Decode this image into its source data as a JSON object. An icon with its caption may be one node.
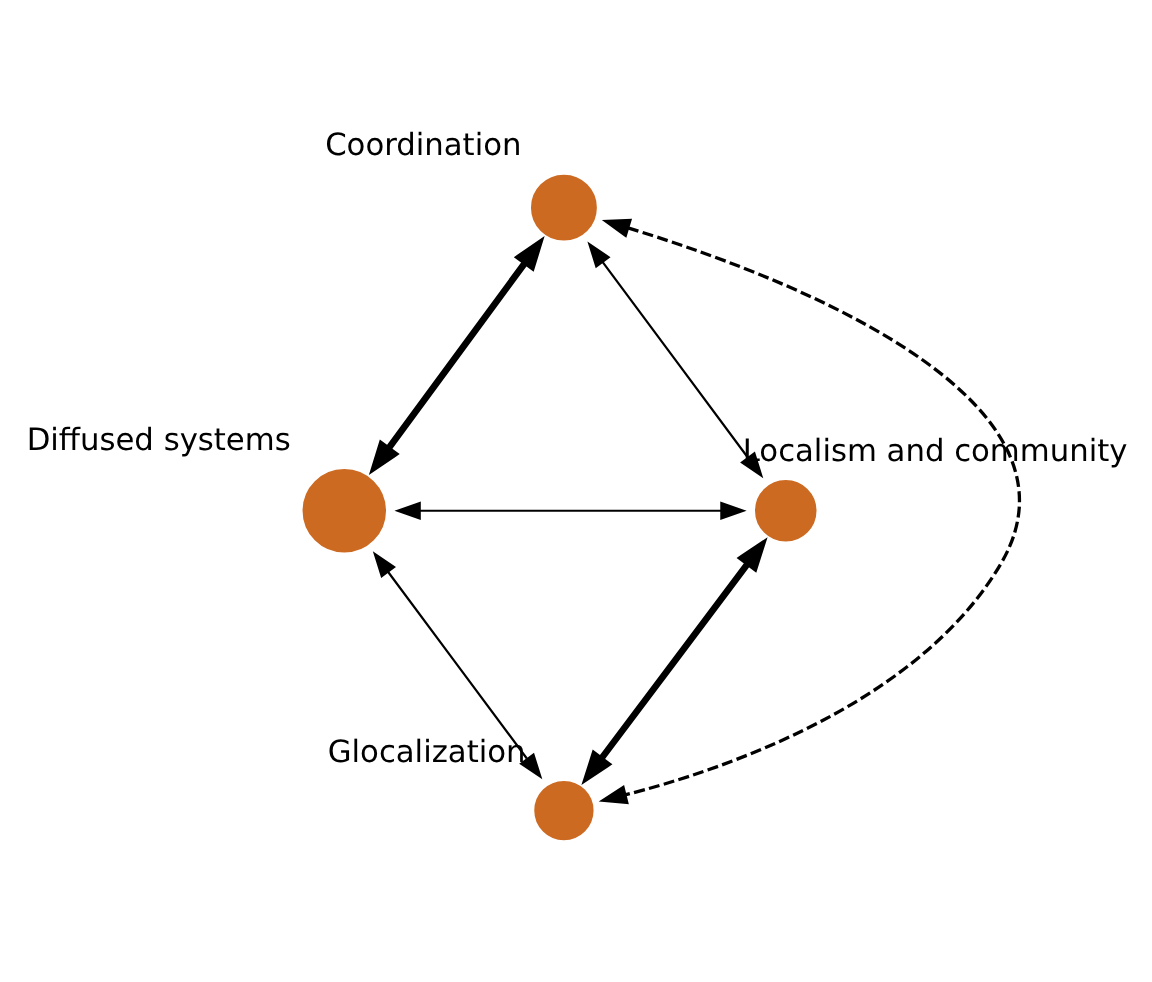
{
  "diagram": {
    "nodes": [
      {
        "text": [
          "Coordination"
        ]
      },
      {
        "text": [
          "Diffused systems"
        ]
      },
      {
        "text": [
          "Localism and community"
        ]
      },
      {
        "text": [
          "Glocalization"
        ]
      }
    ],
    "edges": [
      {
        "from": 0,
        "to": 1,
        "arrow": "both",
        "style": "thick"
      },
      {
        "from": 0,
        "to": 3,
        "arrow": "both",
        "style": "dashed"
      },
      {
        "from": 0,
        "to": 2,
        "arrow": "both"
      },
      {
        "from": 1,
        "to": 2,
        "arrow": "both"
      },
      {
        "from": 1,
        "to": 3,
        "arrow": "both"
      },
      {
        "from": 3,
        "to": 2,
        "arrow": "both",
        "style": "thick"
      }
    ]
  }
}
